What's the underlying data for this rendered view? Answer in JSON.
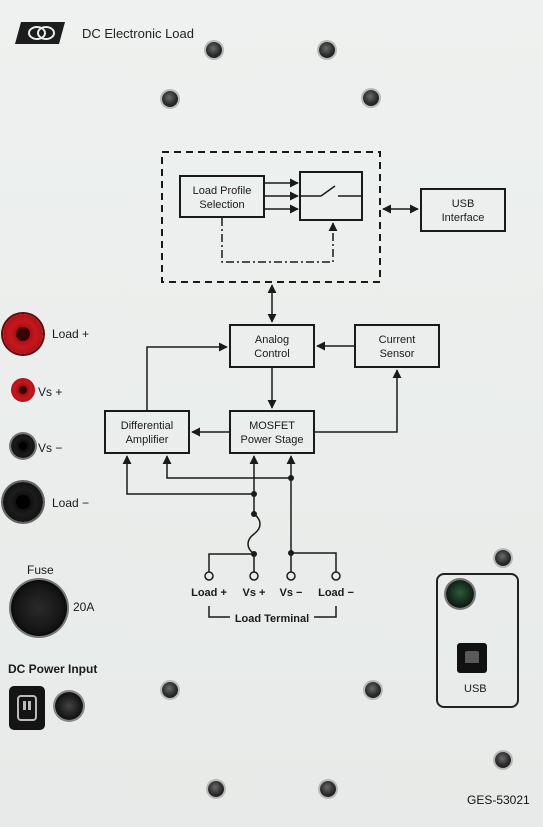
{
  "header": {
    "title": "DC Electronic Load",
    "logo": "triangle-knot-logo"
  },
  "panel_labels": {
    "load_plus": "Load +",
    "vs_plus": "Vs +",
    "vs_minus": "Vs −",
    "load_minus": "Load −",
    "fuse": "Fuse",
    "fuse_rating": "20A",
    "dc_power_input": "DC Power Input",
    "usb": "USB",
    "model": "GES-53021"
  },
  "diagram": {
    "load_profile": [
      "Load Profile",
      "Selection"
    ],
    "usb_interface": [
      "USB",
      "Interface"
    ],
    "analog_control": [
      "Analog",
      "Control"
    ],
    "current_sensor": [
      "Current",
      "Sensor"
    ],
    "differential_amplifier": [
      "Differential",
      "Amplifier"
    ],
    "mosfet": [
      "MOSFET",
      "Power Stage"
    ],
    "terminals": [
      "Load +",
      "Vs +",
      "Vs −",
      "Load −"
    ],
    "load_terminal": "Load Terminal"
  },
  "colors": {
    "panel": "#e9ecea",
    "line": "#1a1a1a",
    "jack_red": "#c8161d",
    "jack_black": "#111111"
  }
}
